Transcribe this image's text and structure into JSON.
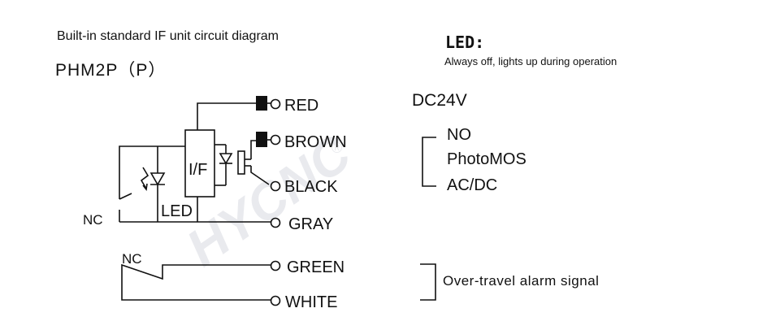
{
  "header": {
    "title": "Built-in standard IF unit circuit diagram",
    "model": "PHM2P（P）"
  },
  "led_info": {
    "title": "LED:",
    "description": "Always off, lights up during operation"
  },
  "power": {
    "voltage": "DC24V"
  },
  "output": {
    "lines": [
      "NO",
      "PhotoMOS",
      "AC/DC"
    ]
  },
  "alarm": {
    "text": "Over-travel alarm signal"
  },
  "circuit": {
    "if_unit": "I/F",
    "led_label": "LED",
    "nc_upper": "NC",
    "nc_lower": "NC",
    "wires": {
      "red": "RED",
      "brown": "BROWN",
      "black": "BLACK",
      "gray": "GRAY",
      "green": "GREEN",
      "white": "WHITE"
    }
  },
  "watermark": {
    "text": "HYCNC",
    "mark": "®"
  },
  "colors": {
    "line": "#111111",
    "watermark": "#e9eaee"
  }
}
